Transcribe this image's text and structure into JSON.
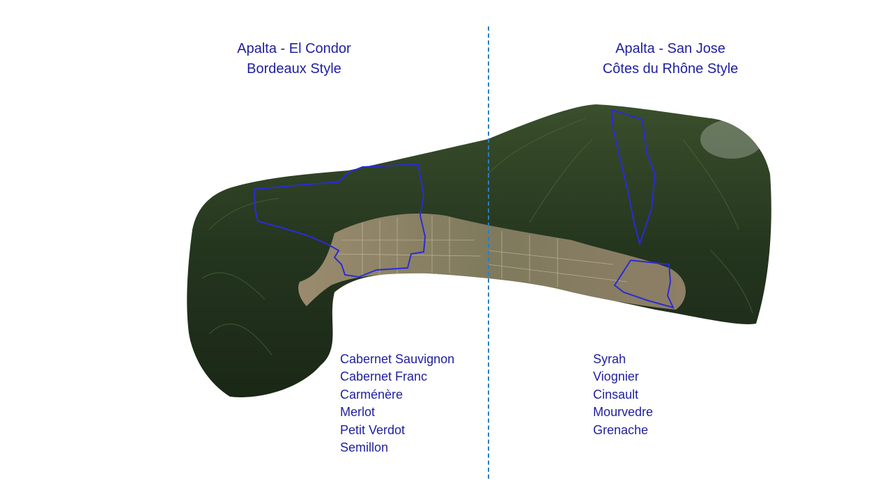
{
  "left": {
    "title": "Apalta - El Condor",
    "subtitle": "Bordeaux Style",
    "varietals": [
      "Cabernet Sauvignon",
      "Cabernet Franc",
      "Carménère",
      "Merlot",
      "Petit Verdot",
      "Semillon"
    ]
  },
  "right": {
    "title": "Apalta - San Jose",
    "subtitle": "Côtes du Rhône Style",
    "varietals": [
      "Syrah",
      "Viognier",
      "Cinsault",
      "Mourvedre",
      "Grenache"
    ]
  },
  "colors": {
    "text": "#1f1f9e",
    "boundary": "#2b2bd8",
    "divider": "#2a7fc0",
    "mountain": "#26381f",
    "valley": "#8c7f66"
  }
}
